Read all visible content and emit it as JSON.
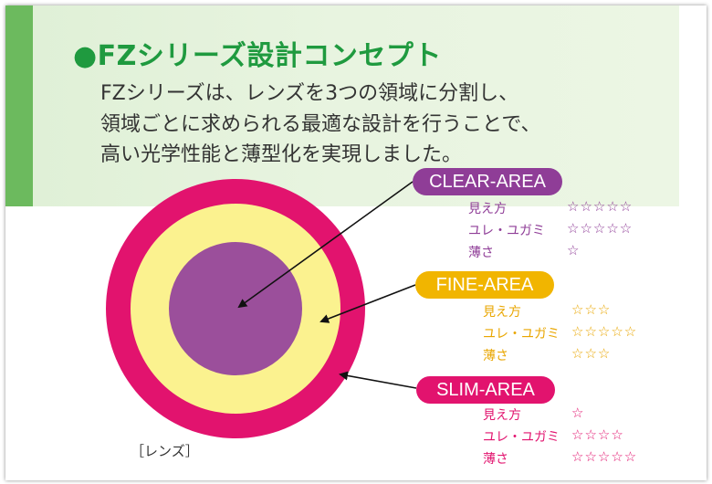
{
  "title": "●FZシリーズ設計コンセプト",
  "description": [
    "FZシリーズは、レンズを3つの領域に分割し、",
    "領域ごとに求められる最適な設計を行うことで、",
    "高い光学性能と薄型化を実現しました。"
  ],
  "lens_caption": "［レンズ］",
  "colors": {
    "clear": "#8f3d97",
    "fine": "#f1b500",
    "slim": "#e2136e",
    "accent_green": "#1f9a3f"
  },
  "areas": [
    {
      "name": "CLEAR-AREA",
      "attributes": [
        {
          "label": "見え方",
          "rating": "☆☆☆☆☆"
        },
        {
          "label": "ユレ・ユガミ",
          "rating": "☆☆☆☆☆"
        },
        {
          "label": "薄さ",
          "rating": "☆"
        }
      ]
    },
    {
      "name": "FINE-AREA",
      "attributes": [
        {
          "label": "見え方",
          "rating": "☆☆☆"
        },
        {
          "label": "ユレ・ユガミ",
          "rating": "☆☆☆☆☆"
        },
        {
          "label": "薄さ",
          "rating": "☆☆☆"
        }
      ]
    },
    {
      "name": "SLIM-AREA",
      "attributes": [
        {
          "label": "見え方",
          "rating": "☆"
        },
        {
          "label": "ユレ・ユガミ",
          "rating": "☆☆☆☆"
        },
        {
          "label": "薄さ",
          "rating": "☆☆☆☆☆"
        }
      ]
    }
  ]
}
